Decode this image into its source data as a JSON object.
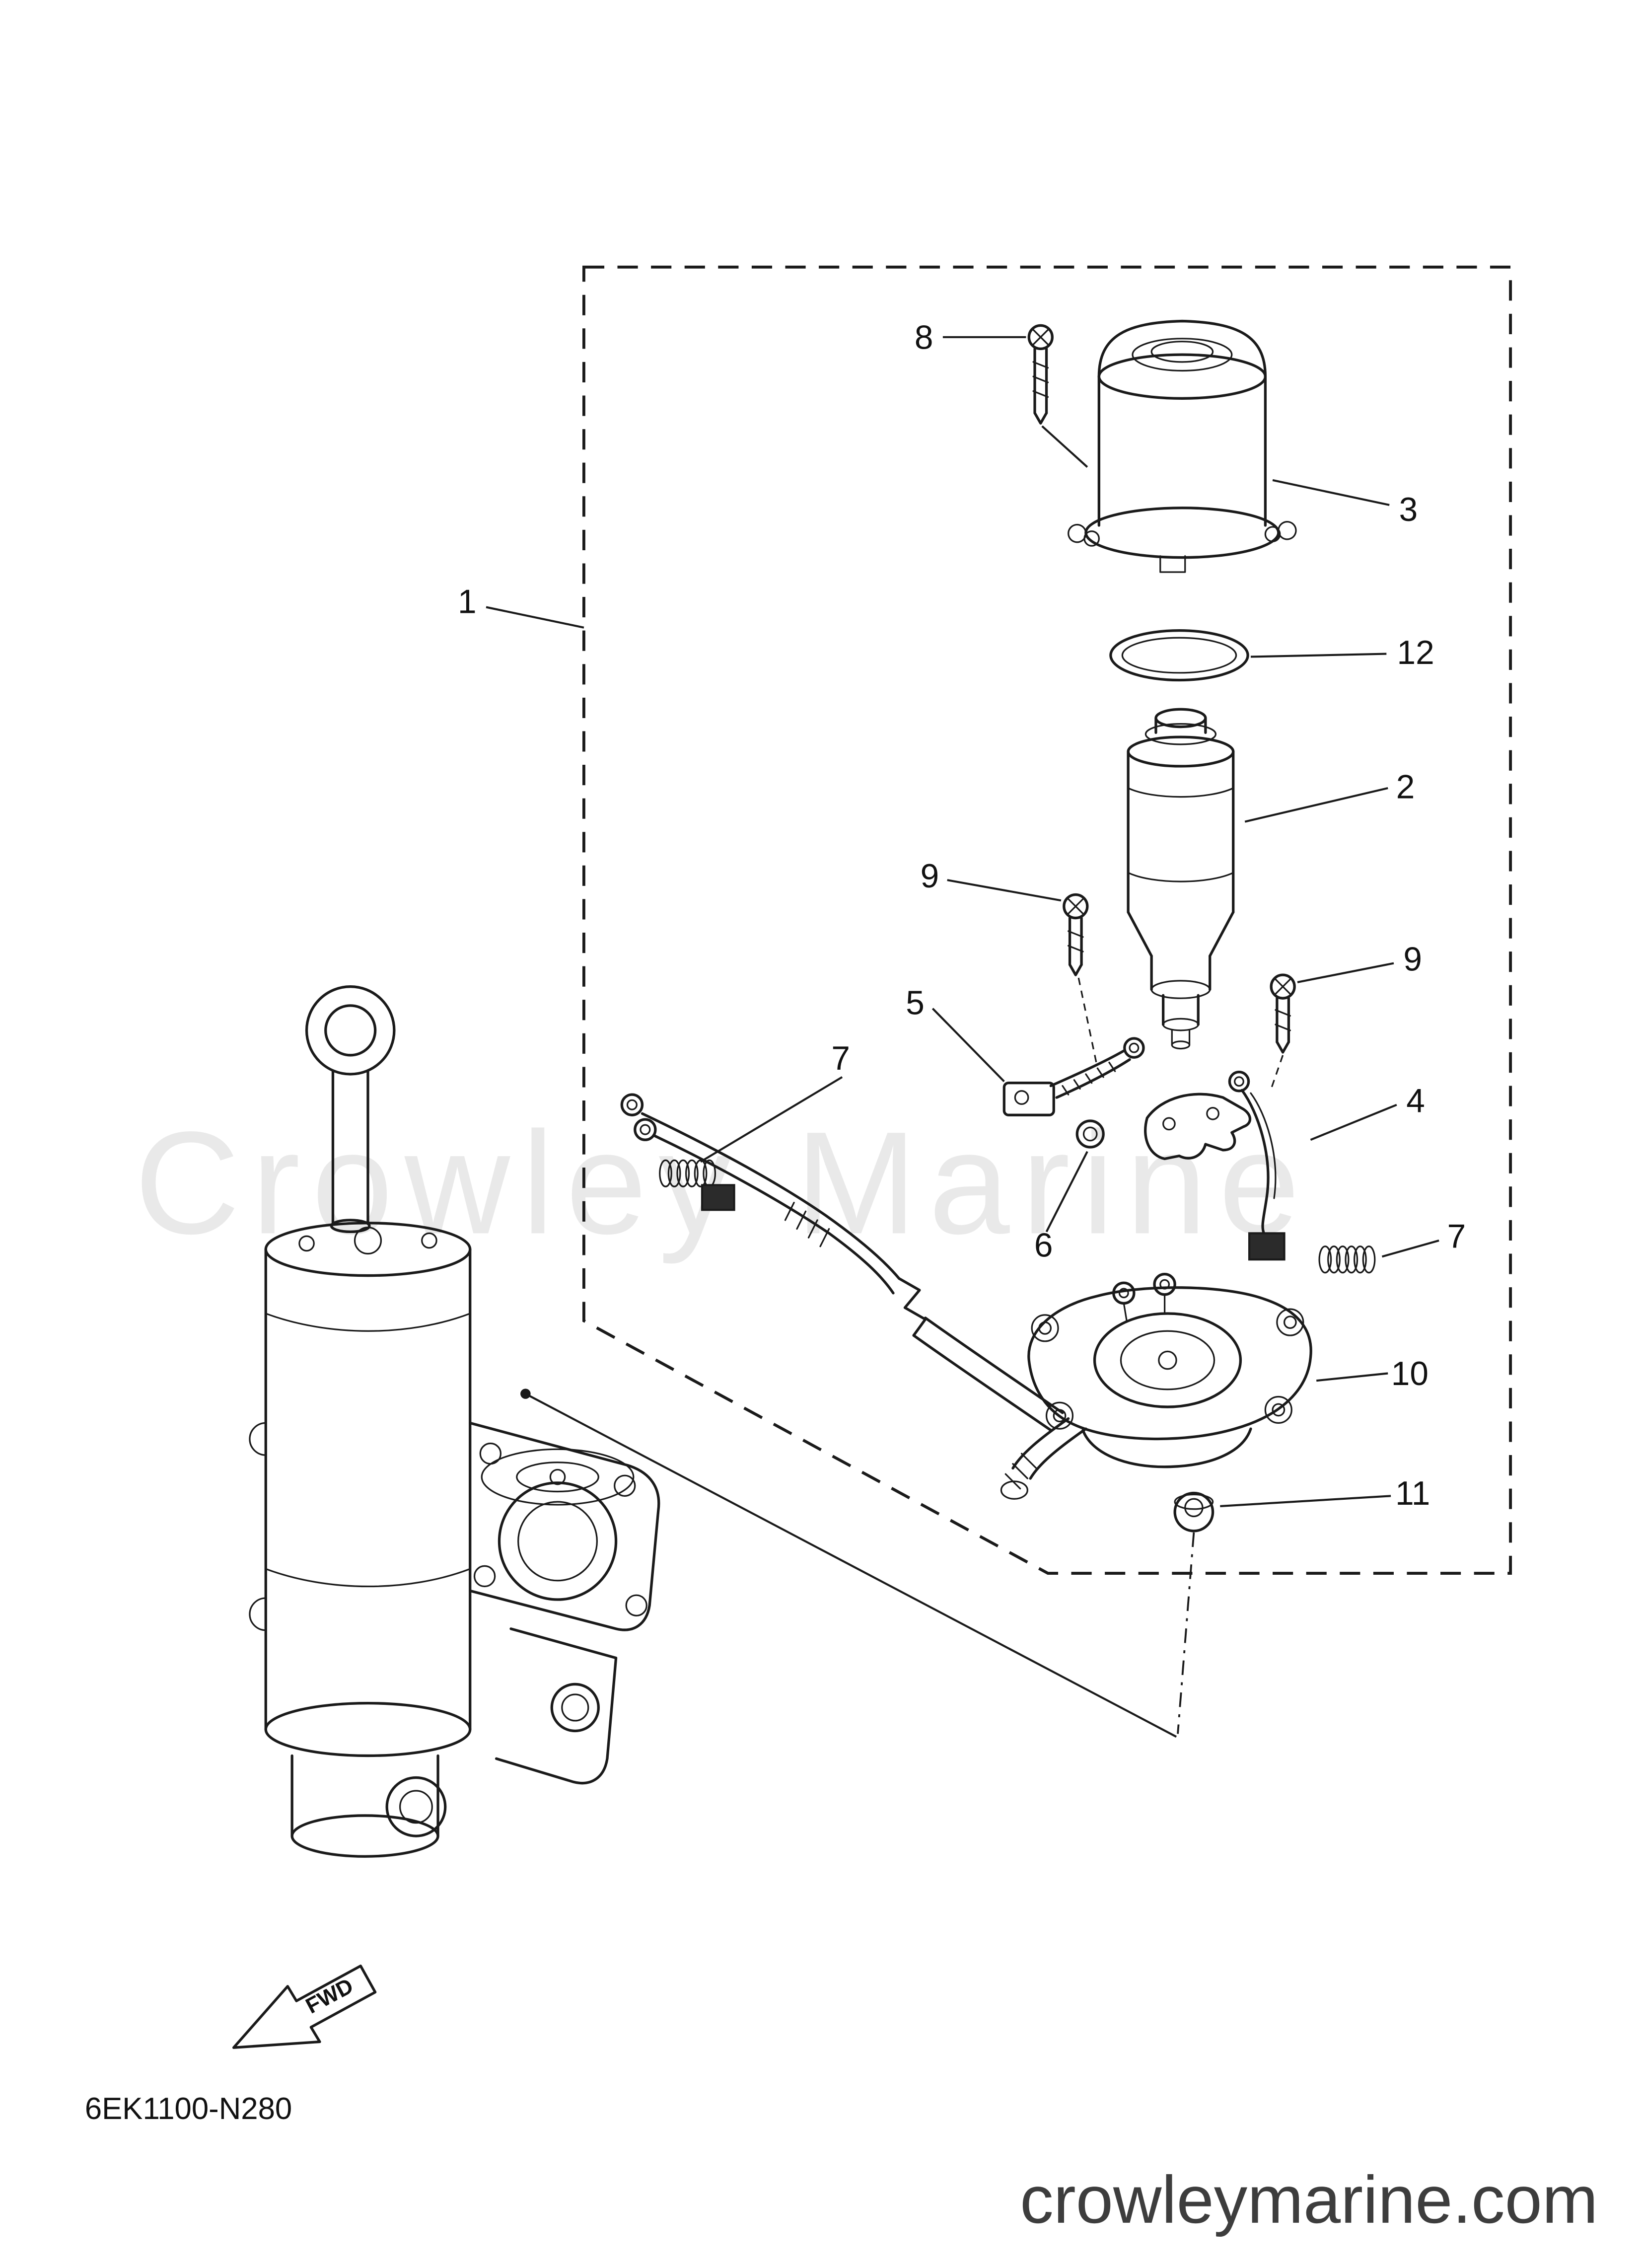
{
  "page": {
    "background": "#ffffff",
    "line_color": "#1a1a1a",
    "watermark_text": "Crowley Marine",
    "watermark_color": "#e9e9e9",
    "diagram_code": "6EK1100-N280",
    "footer_site": "crowleymarine.com",
    "fwd_label": "FWD"
  },
  "callouts": [
    {
      "label": "1"
    },
    {
      "label": "8"
    },
    {
      "label": "3"
    },
    {
      "label": "12"
    },
    {
      "label": "2"
    },
    {
      "label": "9"
    },
    {
      "label": "9"
    },
    {
      "label": "5"
    },
    {
      "label": "7"
    },
    {
      "label": "6"
    },
    {
      "label": "4"
    },
    {
      "label": "7"
    },
    {
      "label": "10"
    },
    {
      "label": "11"
    }
  ]
}
